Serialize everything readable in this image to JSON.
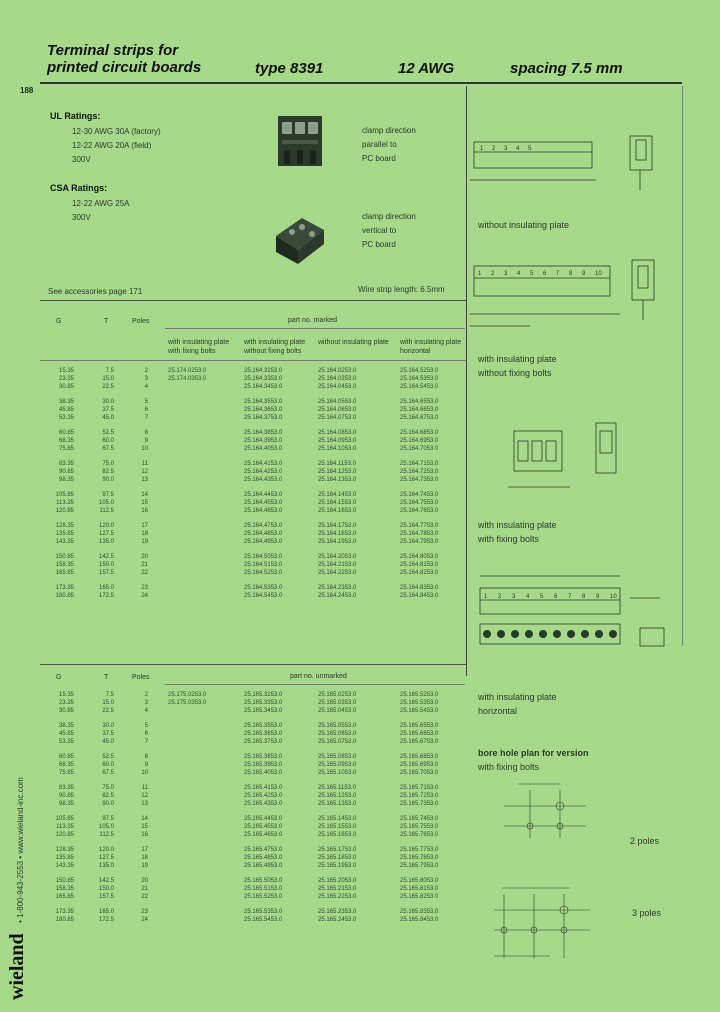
{
  "header": {
    "title_line1": "Terminal strips for",
    "title_line2": "printed circuit boards",
    "type": "type 8391",
    "awg": "12  AWG",
    "spacing": "spacing 7.5 mm",
    "page_number": "188"
  },
  "ratings": {
    "ul_title": "UL Ratings:",
    "ul_lines": [
      "12-30 AWG    30A (factory)",
      "12-22 AWG    20A (field)",
      "300V"
    ],
    "csa_title": "CSA Ratings:",
    "csa_lines": [
      "12-22 AWG      25A",
      "300V"
    ]
  },
  "clamp": {
    "parallel": [
      "clamp direction",
      "parallel to",
      "PC board"
    ],
    "vertical": [
      "clamp direction",
      "vertical to",
      "PC board"
    ]
  },
  "notes": {
    "accessories": "See accessories page 171",
    "wire_strip": "Wire strip length: 6.5mm"
  },
  "table": {
    "col_g": "G",
    "col_t": "T",
    "col_poles": "Poles",
    "marked_title": "part no. marked",
    "unmarked_title": "part no. unmarked",
    "sub_headers": [
      "with insulating plate with fixing bolts",
      "with insulating plate without fixing bolts",
      "without insulating plate",
      "with insulating plate horizontal"
    ],
    "marked_rows": [
      [
        "15.35",
        "7.5",
        "2",
        "25.174.0253.0",
        "25.164.3253.0",
        "25.164.0253.0",
        "25.164.5253.0"
      ],
      [
        "23.35",
        "15.0",
        "3",
        "25.174.0353.0",
        "25.164.3353.0",
        "25.164.0353.0",
        "25.164.5353.0"
      ],
      [
        "30.85",
        "22.5",
        "4",
        "",
        "25.164.3453.0",
        "25.164.0453.0",
        "25.164.5453.0"
      ],
      [
        "38.35",
        "30.0",
        "5",
        "",
        "25.164.3553.0",
        "25.164.0553.0",
        "25.164.6553.0"
      ],
      [
        "45.85",
        "37.5",
        "6",
        "",
        "25.164.3653.0",
        "25.164.0653.0",
        "25.164.6653.0"
      ],
      [
        "53.35",
        "45.0",
        "7",
        "",
        "25.164.3753.0",
        "25.164.0753.0",
        "25.164.6753.0"
      ],
      [
        "60.85",
        "52.5",
        "8",
        "",
        "25.164.3853.0",
        "25.164.0853.0",
        "25.164.6853.0"
      ],
      [
        "68.35",
        "60.0",
        "9",
        "",
        "25.164.3953.0",
        "25.164.0953.0",
        "25.164.6953.0"
      ],
      [
        "75.85",
        "67.5",
        "10",
        "",
        "25.164.4053.0",
        "25.164.1053.0",
        "25.164.7053.0"
      ],
      [
        "83.35",
        "75.0",
        "11",
        "",
        "25.164.4153.0",
        "25.164.1153.0",
        "25.164.7153.0"
      ],
      [
        "90.85",
        "82.5",
        "12",
        "",
        "25.164.4253.0",
        "25.164.1253.0",
        "25.164.7253.0"
      ],
      [
        "98.35",
        "90.0",
        "13",
        "",
        "25.164.4353.0",
        "25.164.1353.0",
        "25.164.7353.0"
      ],
      [
        "105.85",
        "97.5",
        "14",
        "",
        "25.164.4453.0",
        "25.164.1453.0",
        "25.164.7453.0"
      ],
      [
        "113.35",
        "105.0",
        "15",
        "",
        "25.164.4553.0",
        "25.164.1553.0",
        "25.164.7553.0"
      ],
      [
        "120.85",
        "112.5",
        "16",
        "",
        "25.164.4653.0",
        "25.164.1653.0",
        "25.164.7653.0"
      ],
      [
        "128.35",
        "120.0",
        "17",
        "",
        "25.164.4753.0",
        "25.164.1753.0",
        "25.164.7753.0"
      ],
      [
        "135.85",
        "127.5",
        "18",
        "",
        "25.164.4853.0",
        "25.164.1853.0",
        "25.164.7853.0"
      ],
      [
        "143.35",
        "135.0",
        "19",
        "",
        "25.164.4953.0",
        "25.164.1953.0",
        "25.164.7953.0"
      ],
      [
        "150.85",
        "142.5",
        "20",
        "",
        "25.164.5053.0",
        "25.164.2053.0",
        "25.164.8053.0"
      ],
      [
        "158.35",
        "150.0",
        "21",
        "",
        "25.164.5153.0",
        "25.164.2153.0",
        "25.164.8153.0"
      ],
      [
        "165.85",
        "157.5",
        "22",
        "",
        "25.164.5253.0",
        "25.164.2253.0",
        "25.164.8253.0"
      ],
      [
        "173.35",
        "165.0",
        "23",
        "",
        "25.164.5353.0",
        "25.164.2353.0",
        "25.164.8353.0"
      ],
      [
        "180.85",
        "172.5",
        "24",
        "",
        "25.164.5453.0",
        "25.164.2453.0",
        "25.164.8453.0"
      ]
    ],
    "unmarked_rows": [
      [
        "15.35",
        "7.5",
        "2",
        "25.175.0253.0",
        "25.165.3253.0",
        "25.165.0253.0",
        "25.165.5253.0"
      ],
      [
        "23.35",
        "15.0",
        "3",
        "25.175.0353.0",
        "25.165.3353.0",
        "25.165.0353.0",
        "25.165.5353.0"
      ],
      [
        "30.85",
        "22.5",
        "4",
        "",
        "25.165.3453.0",
        "25.165.0453.0",
        "25.165.5453.0"
      ],
      [
        "38.35",
        "30.0",
        "5",
        "",
        "25.165.3553.0",
        "25.165.0553.0",
        "25.165.6553.0"
      ],
      [
        "45.85",
        "37.5",
        "6",
        "",
        "25.165.3653.0",
        "25.165.0653.0",
        "25.165.6653.0"
      ],
      [
        "53.35",
        "45.0",
        "7",
        "",
        "25.165.3753.0",
        "25.165.0753.0",
        "25.165.6753.0"
      ],
      [
        "60.85",
        "52.5",
        "8",
        "",
        "25.165.3853.0",
        "25.165.0853.0",
        "25.165.6853.0"
      ],
      [
        "68.35",
        "60.0",
        "9",
        "",
        "25.165.3953.0",
        "25.165.0953.0",
        "25.165.6953.0"
      ],
      [
        "75.85",
        "67.5",
        "10",
        "",
        "25.165.4053.0",
        "25.165.1053.0",
        "25.165.7053.0"
      ],
      [
        "83.35",
        "75.0",
        "11",
        "",
        "25.165.4153.0",
        "25.165.1153.0",
        "25.165.7153.0"
      ],
      [
        "90.85",
        "82.5",
        "12",
        "",
        "25.165.4253.0",
        "25.165.1253.0",
        "25.165.7253.0"
      ],
      [
        "98.35",
        "90.0",
        "13",
        "",
        "25.165.4353.0",
        "25.165.1353.0",
        "25.165.7353.0"
      ],
      [
        "105.85",
        "97.5",
        "14",
        "",
        "25.165.4453.0",
        "25.165.1453.0",
        "25.165.7453.0"
      ],
      [
        "113.35",
        "105.0",
        "15",
        "",
        "25.165.4553.0",
        "25.165.1553.0",
        "25.165.7553.0"
      ],
      [
        "120.85",
        "112.5",
        "16",
        "",
        "25.165.4653.0",
        "25.165.1653.0",
        "25.165.7653.0"
      ],
      [
        "128.35",
        "120.0",
        "17",
        "",
        "25.165.4753.0",
        "25.165.1753.0",
        "25.165.7753.0"
      ],
      [
        "135.85",
        "127.5",
        "18",
        "",
        "25.165.4853.0",
        "25.165.1853.0",
        "25.165.7853.0"
      ],
      [
        "143.35",
        "135.0",
        "19",
        "",
        "25.165.4953.0",
        "25.165.1953.0",
        "25.165.7953.0"
      ],
      [
        "150.85",
        "142.5",
        "20",
        "",
        "25.165.5053.0",
        "25.165.2053.0",
        "25.165.8053.0"
      ],
      [
        "158.35",
        "150.0",
        "21",
        "",
        "25.165.5153.0",
        "25.165.2153.0",
        "25.165.8153.0"
      ],
      [
        "165.85",
        "157.5",
        "22",
        "",
        "25.165.5253.0",
        "25.165.2253.0",
        "25.165.8253.0"
      ],
      [
        "173.35",
        "165.0",
        "23",
        "",
        "25.165.5353.0",
        "25.165.2353.0",
        "25.165.8353.0"
      ],
      [
        "180.85",
        "172.5",
        "24",
        "",
        "25.165.5453.0",
        "25.165.2453.0",
        "25.165.8453.0"
      ]
    ]
  },
  "drawings": {
    "label1": "without insulating plate",
    "label2": [
      "with insulating plate",
      "without fixing bolts"
    ],
    "label3": [
      "with insulating plate",
      "with fixing bolts"
    ],
    "label4": [
      "with insulating plate",
      "horizontal"
    ],
    "bore_title": "bore hole plan for version",
    "bore_sub": "with fixing bolts",
    "bore_2poles": "2 poles",
    "bore_3poles": "3 poles",
    "terminal_numbers": [
      "1",
      "2",
      "3",
      "4",
      "5",
      "6",
      "7",
      "8",
      "9",
      "10"
    ]
  },
  "sidebar": {
    "brand": "wieland",
    "contact": "• 1-800-943-2553 • www.wieland-inc.com"
  }
}
